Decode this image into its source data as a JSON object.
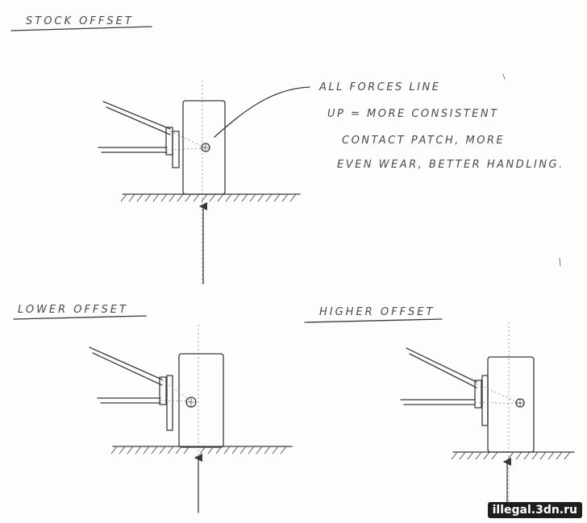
{
  "headings": {
    "stock": "STOCK OFFSET",
    "lower": "LOWER OFFSET",
    "higher": "HIGHER OFFSET"
  },
  "annotation": {
    "lines": [
      "ALL FORCES LINE",
      "UP = MORE CONSISTENT",
      "CONTACT PATCH, MORE",
      "EVEN WEAR, BETTER HANDLING."
    ]
  },
  "watermark": "illegal.3dn.ru"
}
